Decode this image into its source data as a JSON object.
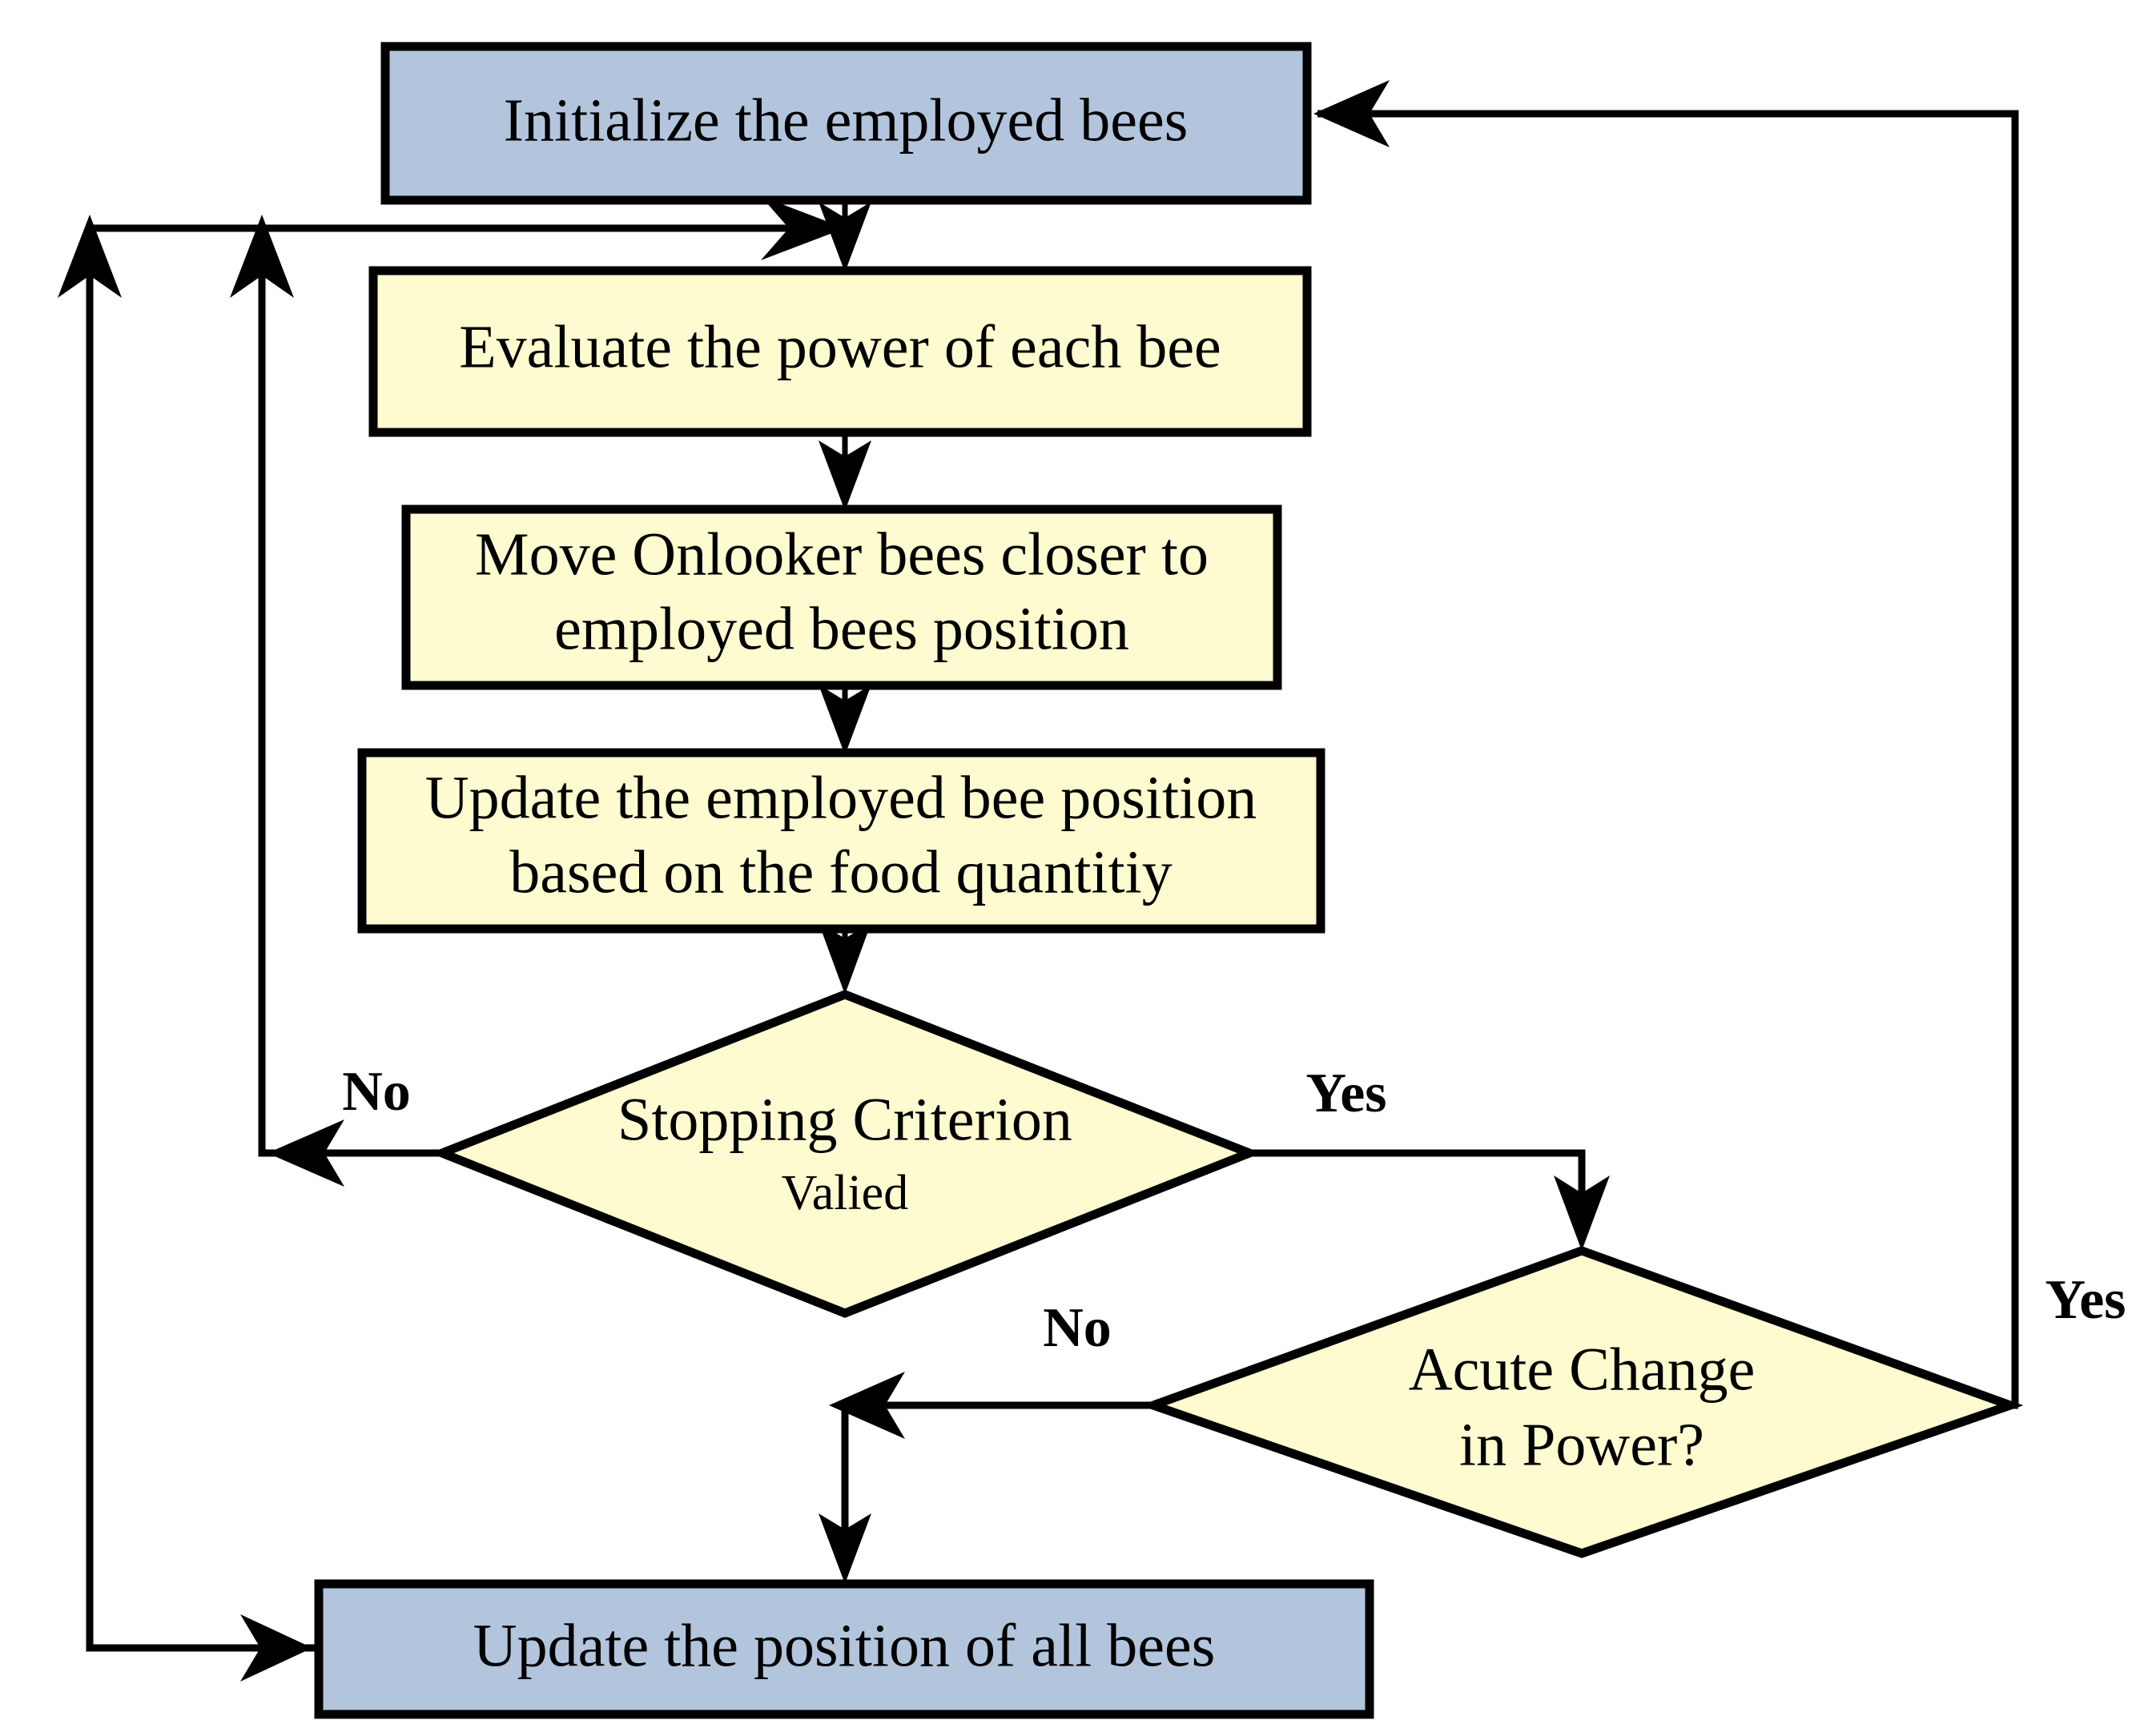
{
  "diagram": {
    "title": "Artificial Bee Colony optimization flowchart",
    "colors": {
      "process_fill": "#fdfbcf",
      "terminal_fill": "#b2c5dd",
      "stroke": "#000000",
      "background": "#ffffff"
    },
    "nodes": {
      "initialize": {
        "label": "Initialize the employed bees",
        "shape": "rectangle",
        "fill": "terminal"
      },
      "evaluate": {
        "label": "Evaluate the power of each bee",
        "shape": "rectangle",
        "fill": "process"
      },
      "move_onlooker": {
        "label_line1": "Move Onlooker bees closer to",
        "label_line2": "employed bees position",
        "shape": "rectangle",
        "fill": "process"
      },
      "update_employed": {
        "label_line1": "Update the employed bee position",
        "label_line2": "based on the food quantitiy",
        "shape": "rectangle",
        "fill": "process"
      },
      "stopping_criterion": {
        "label_line1": "Stopping Criterion",
        "label_line2": "Valied",
        "shape": "diamond",
        "fill": "process"
      },
      "acute_change": {
        "label_line1": "Acute Change",
        "label_line2": "in Power?",
        "shape": "diamond",
        "fill": "process"
      },
      "update_all": {
        "label": "Update the position of all bees",
        "shape": "rectangle",
        "fill": "terminal"
      }
    },
    "edge_labels": {
      "stopping_no": "No",
      "stopping_yes": "Yes",
      "acute_no": "No",
      "acute_yes": "Yes"
    }
  }
}
